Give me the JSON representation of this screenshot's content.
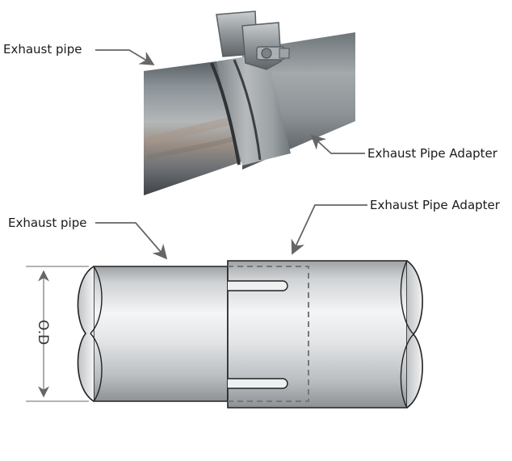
{
  "photo": {
    "label_pipe": "Exhaust pipe",
    "label_adapter": "Exhaust Pipe Adapter"
  },
  "diagram": {
    "label_pipe": "Exhaust pipe",
    "label_adapter": "Exhaust Pipe Adapter",
    "dimension_label": "O.D"
  }
}
